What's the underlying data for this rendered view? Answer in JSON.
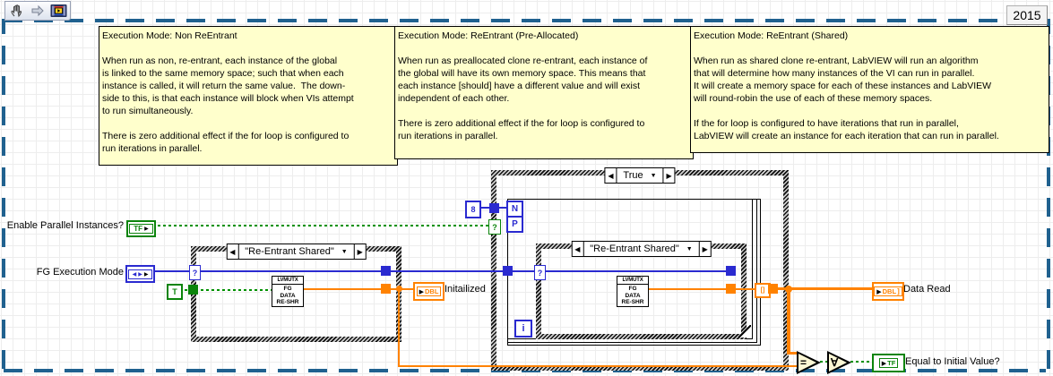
{
  "version_label": "2015",
  "toolbar": {
    "icons": [
      "pan-hand",
      "forward-arrow",
      "vi-block"
    ]
  },
  "comments": [
    {
      "text": "Execution Mode: Non ReEntrant\n\nWhen run as non, re-entrant, each instance of the global\nis linked to the same memory space; such that when each\ninstance is called, it will return the same value.  The down-\nside to this, is that each instance will block when VIs attempt\nto run simultaneously.\n\nThere is zero additional effect if the for loop is configured to\nrun iterations in parallel."
    },
    {
      "text": "Execution Mode: ReEntrant (Pre-Allocated)\n\nWhen run as preallocated clone re-entrant, each instance of\nthe global will have its own memory space. This means that\neach instance [should] have a different value and will exist\nindependent of each other.\n\nThere is zero additional effect if the for loop is configured to\nrun iterations in parallel."
    },
    {
      "text": "Execution Mode: ReEntrant (Shared)\n\nWhen run as shared clone re-entrant, LabVIEW will run an algorithm\nthat will determine how many instances of the VI can run in parallel.\nIt will create a memory space for each of these instances and LabVIEW\nwill round-robin the use of each of these memory spaces.\n\nIf the for loop is configured to have iterations that run in parallel,\nLabVIEW will create an instance for each iteration that can run in parallel."
    }
  ],
  "controls": {
    "enable_parallel": {
      "label": "Enable Parallel Instances?",
      "glyph": "TF"
    },
    "fg_execution_mode": {
      "label": "FG Execution Mode"
    }
  },
  "constants": {
    "true_const": "T",
    "parallel_count": "8"
  },
  "case_outer": {
    "selector": "True",
    "selector_terminal": "?"
  },
  "case_left": {
    "selector": "\"Re-Entrant Shared\"",
    "selector_terminal": "?"
  },
  "case_inner": {
    "selector": "\"Re-Entrant Shared\"",
    "selector_terminal": "?"
  },
  "global_vi": {
    "header": "LVMUTX",
    "line1": "FG",
    "line2": "DATA",
    "line3": "RE-SHR"
  },
  "for_loop": {
    "count_terminal": "N",
    "parallel_terminal": "P",
    "iteration_terminal": "i",
    "index_tunnel": "[]"
  },
  "indicators": {
    "initialized": {
      "label": "Initailized",
      "type_glyph": "DBL"
    },
    "data_read": {
      "label": "Data Read",
      "type_glyph": "DBL",
      "array_bracket": "]"
    },
    "equal": {
      "label": "Equal to Initial Value?",
      "type_glyph": "TF"
    }
  },
  "nodes": {
    "equal_glyph": "=",
    "and_array_glyph": "∀"
  },
  "glyphs": {
    "left_arrow": "◀",
    "right_arrow": "▶",
    "down_arrow": "▼",
    "io_arrow": "▶"
  },
  "colors": {
    "boolean_green": "#0b840b",
    "numeric_blue": "#2a2ad0",
    "dbl_orange": "#ff8200",
    "comment_bg": "#ffffcc",
    "selection_dash": "#20618f"
  }
}
